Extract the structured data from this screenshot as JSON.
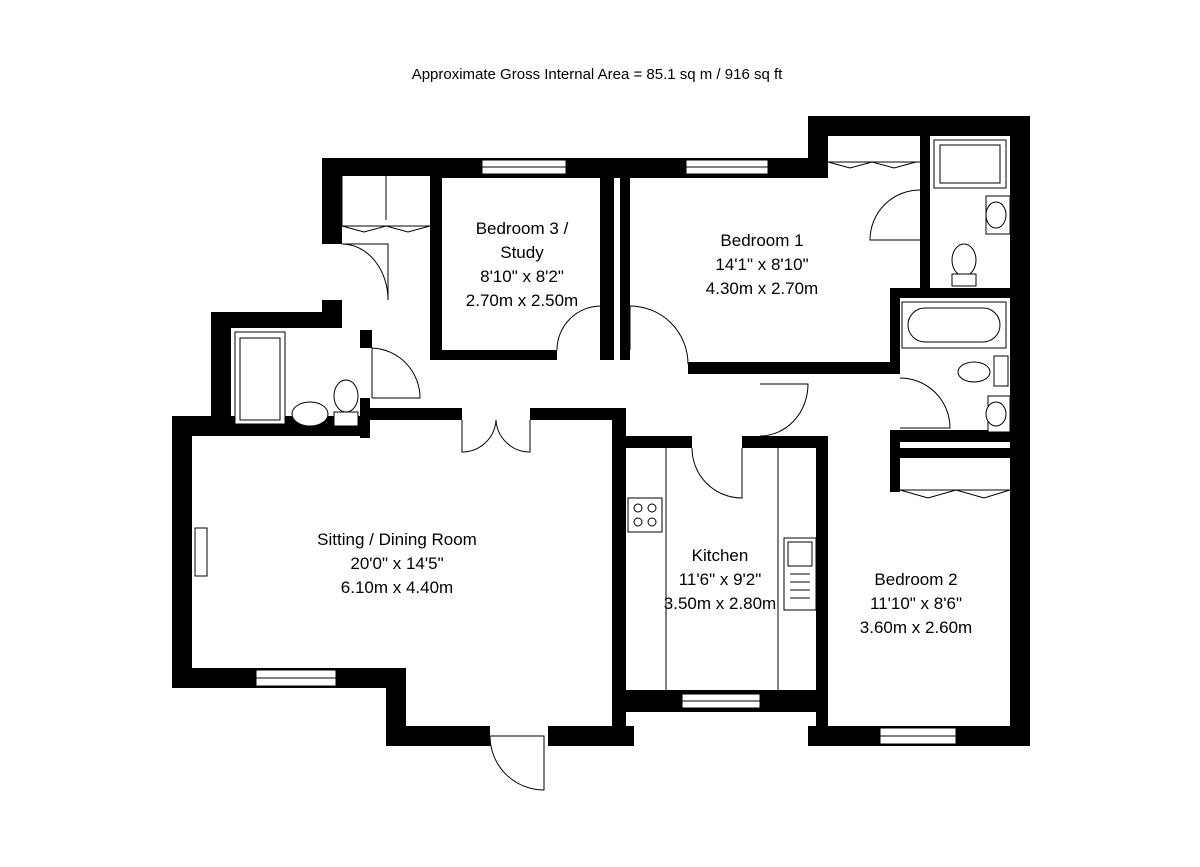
{
  "header": {
    "area": "Approximate Gross Internal Area = 85.1 sq m / 916 sq ft"
  },
  "rooms": [
    {
      "id": "bedroom3",
      "lines": [
        "Bedroom 3 /",
        "Study",
        "8'10\" x 8'2\"",
        "2.70m x 2.50m"
      ]
    },
    {
      "id": "bedroom1",
      "lines": [
        "Bedroom 1",
        "14'1\" x 8'10\"",
        "4.30m x 2.70m"
      ]
    },
    {
      "id": "sitting",
      "lines": [
        "Sitting / Dining Room",
        "20'0\" x 14'5\"",
        "6.10m x 4.40m"
      ]
    },
    {
      "id": "kitchen",
      "lines": [
        "Kitchen",
        "11'6\" x 9'2\"",
        "3.50m x 2.80m"
      ]
    },
    {
      "id": "bedroom2",
      "lines": [
        "Bedroom 2",
        "11'10\" x 8'6\"",
        "3.60m x 2.60m"
      ]
    }
  ],
  "colors": {
    "wall": "#000000",
    "background": "#ffffff"
  }
}
